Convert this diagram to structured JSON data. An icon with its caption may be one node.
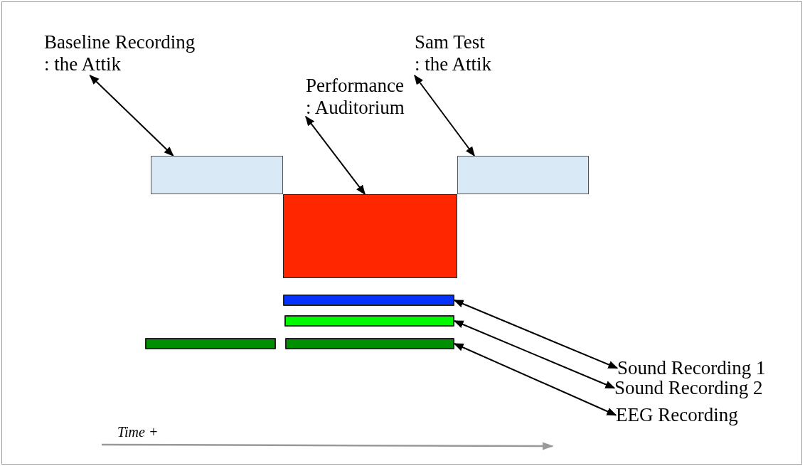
{
  "diagram": {
    "nodes": [
      {
        "text": [
          "Baseline Recording : the Attik"
        ]
      },
      {
        "text": [
          "Performance : Auditorium"
        ]
      },
      {
        "text": [
          "Sam Test : the Attik"
        ]
      },
      {
        "text": [],
        "shape": "box"
      },
      {
        "text": [],
        "shape": "box"
      },
      {
        "text": [],
        "shape": "box"
      },
      {
        "text": [],
        "shape": "bar"
      },
      {
        "text": [],
        "shape": "bar"
      },
      {
        "text": [],
        "shape": "bar"
      },
      {
        "text": [],
        "shape": "bar"
      },
      {
        "text": [
          "Sound Recording 1"
        ]
      },
      {
        "text": [
          "Sound Recording 2"
        ]
      },
      {
        "text": [
          "EEG Recording"
        ]
      }
    ],
    "edges": [
      {
        "from": 0,
        "to": 3,
        "arrow": "both"
      },
      {
        "from": 1,
        "to": 4,
        "arrow": "both"
      },
      {
        "from": 2,
        "to": 5,
        "arrow": "both"
      },
      {
        "from": 6,
        "to": 10,
        "arrow": "both"
      },
      {
        "from": 7,
        "to": 11,
        "arrow": "both"
      },
      {
        "from": 9,
        "to": 12,
        "arrow": "both"
      }
    ],
    "labels": [
      "Time +"
    ]
  }
}
